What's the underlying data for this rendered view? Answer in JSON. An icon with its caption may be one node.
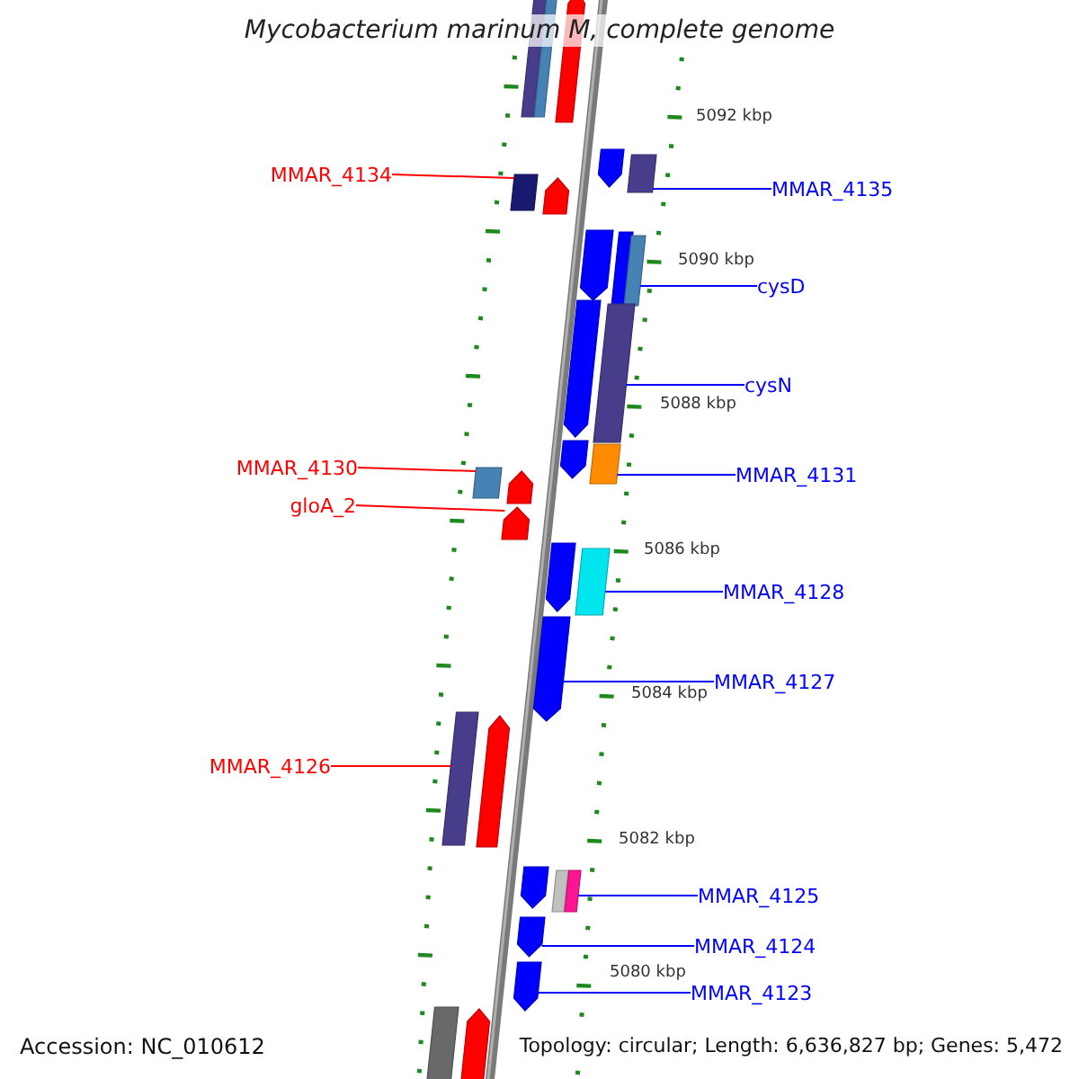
{
  "diagram": {
    "title": "Mycobacterium marinum M, complete genome",
    "nodes": [
      {
        "text": [],
        "shape": "box"
      },
      {
        "text": [],
        "shape": "box"
      },
      {
        "text": [],
        "shape": "arrow"
      },
      {
        "text": [
          "MMAR_4134"
        ]
      },
      {
        "text": [],
        "shape": "box"
      },
      {
        "text": [],
        "shape": "arrow"
      },
      {
        "text": [],
        "shape": "arrow"
      },
      {
        "text": [],
        "shape": "box"
      },
      {
        "text": [
          "MMAR_4135"
        ]
      },
      {
        "text": [],
        "shape": "arrow"
      },
      {
        "text": [],
        "shape": "box"
      },
      {
        "text": [],
        "shape": "box"
      },
      {
        "text": [
          "cysD"
        ]
      },
      {
        "text": [],
        "shape": "arrow"
      },
      {
        "text": [],
        "shape": "box"
      },
      {
        "text": [
          "cysN"
        ]
      },
      {
        "text": [],
        "shape": "arrow"
      },
      {
        "text": [],
        "shape": "box"
      },
      {
        "text": [
          "MMAR_4130"
        ]
      },
      {
        "text": [],
        "shape": "box"
      },
      {
        "text": [],
        "shape": "arrow"
      },
      {
        "text": [
          "MMAR_4131"
        ]
      },
      {
        "text": [
          "gloA_2"
        ]
      },
      {
        "text": [],
        "shape": "arrow"
      },
      {
        "text": [],
        "shape": "arrow"
      },
      {
        "text": [],
        "shape": "box"
      },
      {
        "text": [
          "MMAR_4128"
        ]
      },
      {
        "text": [],
        "shape": "arrow"
      },
      {
        "text": [
          "MMAR_4127"
        ]
      },
      {
        "text": [
          "MMAR_4126"
        ]
      },
      {
        "text": [],
        "shape": "box"
      },
      {
        "text": [],
        "shape": "arrow"
      },
      {
        "text": [],
        "shape": "arrow"
      },
      {
        "text": [],
        "shape": "box"
      },
      {
        "text": [],
        "shape": "box"
      },
      {
        "text": [
          "MMAR_4125"
        ]
      },
      {
        "text": [],
        "shape": "arrow"
      },
      {
        "text": [
          "MMAR_4124"
        ]
      },
      {
        "text": [],
        "shape": "arrow"
      },
      {
        "text": [
          "MMAR_4123"
        ]
      },
      {
        "text": [],
        "shape": "box"
      },
      {
        "text": [],
        "shape": "arrow"
      }
    ],
    "edges": [
      {
        "from": 3,
        "to": 4,
        "arrow": "none",
        "color": "#ff0000"
      },
      {
        "from": 8,
        "to": 7,
        "arrow": "none"
      },
      {
        "from": 12,
        "to": 11,
        "arrow": "none"
      },
      {
        "from": 15,
        "to": 14,
        "arrow": "none"
      },
      {
        "from": 18,
        "to": 19,
        "arrow": "none",
        "color": "#ff0000"
      },
      {
        "from": 21,
        "to": 17,
        "arrow": "none"
      },
      {
        "from": 22,
        "to": 23,
        "arrow": "none",
        "color": "#ff0000"
      },
      {
        "from": 26,
        "to": 25,
        "arrow": "none"
      },
      {
        "from": 28,
        "to": 27,
        "arrow": "none"
      },
      {
        "from": 29,
        "to": 30,
        "arrow": "none",
        "color": "#ff0000"
      },
      {
        "from": 35,
        "to": 34,
        "arrow": "none"
      },
      {
        "from": 37,
        "to": 36,
        "arrow": "none"
      },
      {
        "from": 39,
        "to": 38,
        "arrow": "none"
      }
    ],
    "labels": [
      "5092 kbp",
      "5090 kbp",
      "5088 kbp",
      "5086 kbp",
      "5084 kbp",
      "5082 kbp",
      "5080 kbp",
      "Accession: NC_010612",
      "Topology: circular; Length: 6,636,827 bp; Genes: 5,472"
    ]
  }
}
